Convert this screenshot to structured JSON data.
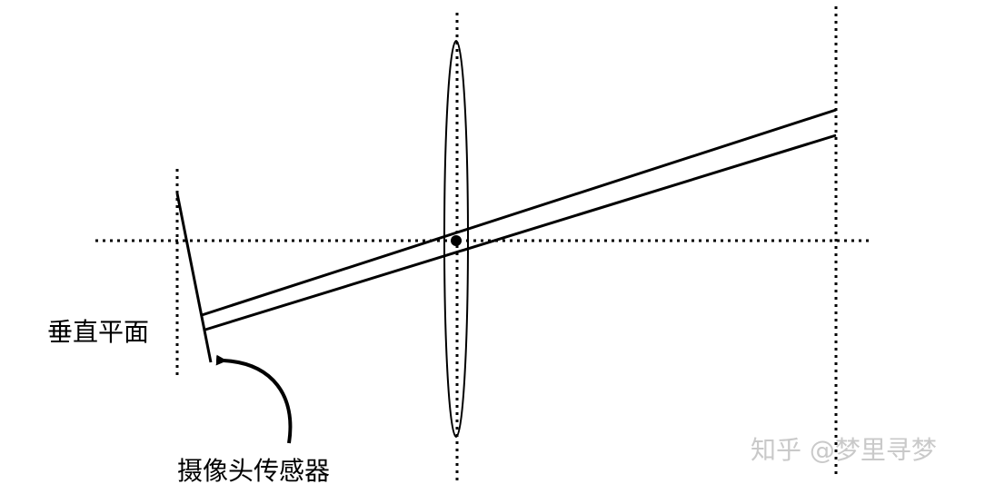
{
  "labels": {
    "vertical_plane": "垂直平面",
    "camera_sensor": "摄像头传感器"
  },
  "watermark": "知乎 @梦里寻梦",
  "colors": {
    "ink": "#000000",
    "background": "#ffffff",
    "watermark": "#c9c9c9"
  }
}
